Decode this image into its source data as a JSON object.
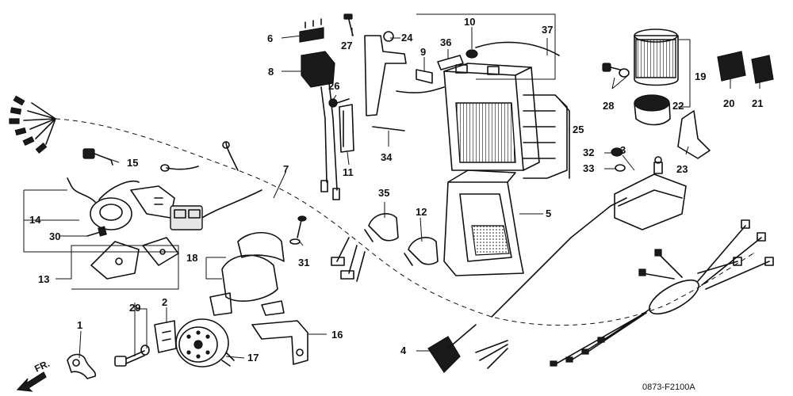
{
  "drawing_code": "0873-F2100A",
  "direction_label": "FR.",
  "callouts": [
    {
      "id": "1",
      "label": "1"
    },
    {
      "id": "2",
      "label": "2"
    },
    {
      "id": "3",
      "label": "3"
    },
    {
      "id": "4",
      "label": "4"
    },
    {
      "id": "5",
      "label": "5"
    },
    {
      "id": "6",
      "label": "6"
    },
    {
      "id": "7",
      "label": "7"
    },
    {
      "id": "8",
      "label": "8"
    },
    {
      "id": "9",
      "label": "9"
    },
    {
      "id": "10",
      "label": "10"
    },
    {
      "id": "11",
      "label": "11"
    },
    {
      "id": "12",
      "label": "12"
    },
    {
      "id": "13",
      "label": "13"
    },
    {
      "id": "14",
      "label": "14"
    },
    {
      "id": "15",
      "label": "15"
    },
    {
      "id": "16",
      "label": "16"
    },
    {
      "id": "17",
      "label": "17"
    },
    {
      "id": "18",
      "label": "18"
    },
    {
      "id": "19",
      "label": "19"
    },
    {
      "id": "20",
      "label": "20"
    },
    {
      "id": "21",
      "label": "21"
    },
    {
      "id": "22",
      "label": "22"
    },
    {
      "id": "23",
      "label": "23"
    },
    {
      "id": "24",
      "label": "24"
    },
    {
      "id": "25",
      "label": "25"
    },
    {
      "id": "26",
      "label": "26"
    },
    {
      "id": "27",
      "label": "27"
    },
    {
      "id": "28",
      "label": "28"
    },
    {
      "id": "29",
      "label": "29"
    },
    {
      "id": "30",
      "label": "30"
    },
    {
      "id": "31",
      "label": "31"
    },
    {
      "id": "32",
      "label": "32"
    },
    {
      "id": "33",
      "label": "33"
    },
    {
      "id": "34",
      "label": "34"
    },
    {
      "id": "35",
      "label": "35"
    },
    {
      "id": "36",
      "label": "36"
    },
    {
      "id": "37",
      "label": "37"
    }
  ]
}
